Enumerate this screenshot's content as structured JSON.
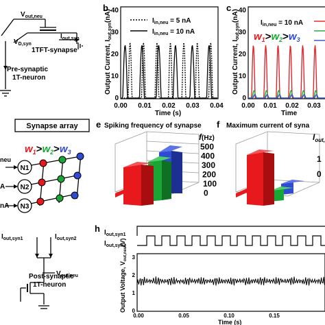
{
  "panel_a": {
    "v_out_neu": "V",
    "v_out_neu_sub": "out,neu",
    "v_d_syn": "V",
    "v_d_syn_sub": "D,syn",
    "i_out_syn": "I",
    "i_out_syn_sub": "out,syn",
    "tft_label": "1TFT-synapse",
    "pre_label_1": "Pre-synaptic",
    "pre_label_2": "1T-neuron"
  },
  "panel_b": {
    "letter": "b",
    "ylabel": "Output Current, I",
    "ylabel_sub": "out,syn",
    "ylabel_unit": "(nA)",
    "xlabel": "Time (s)",
    "yticks": [
      "0",
      "10",
      "20",
      "30",
      "40"
    ],
    "xticks": [
      "0.00",
      "0.01",
      "0.02",
      "0.03",
      "0.04"
    ],
    "legend": [
      {
        "label": "I",
        "sub": "in,neu",
        "value": " = 5 nA"
      },
      {
        "label": "I",
        "sub": "in,neu",
        "value": " = 10 nA"
      }
    ]
  },
  "panel_c": {
    "letter": "c",
    "ylabel": "Output Current, I",
    "ylabel_sub": "out,syn",
    "ylabel_unit": "(nA)",
    "xlabel": "Time",
    "yticks": [
      "0",
      "10",
      "20",
      "30",
      "40"
    ],
    "xticks": [
      "0.00",
      "0.01",
      "0.02",
      "0.03",
      "0.0"
    ],
    "legend_text": "I",
    "legend_sub": "in,neu",
    "legend_val": " = 10 nA",
    "w1": "w",
    "w1_sub": "1",
    "w2": "w",
    "w2_sub": "2",
    "w3": "w",
    "w3_sub": "3",
    "gt": ">",
    "colors": {
      "w1": "#e8191d",
      "w2": "#1aa637",
      "w3": "#2f4bd1"
    }
  },
  "panel_d": {
    "title": "Synapse array",
    "w1": "w",
    "w1_sub": "1",
    "w2": "w",
    "w2_sub": "2",
    "w3": "w",
    "w3_sub": "3",
    "gt": ">",
    "n1": "N1",
    "n2": "N2",
    "n3": "N3",
    "neu_frag": "neu",
    "a_frag": "A",
    "na_frag": "nA"
  },
  "panel_e": {
    "letter": "e",
    "title": "Spiking frequency of synapse",
    "axis_label": "f",
    "axis_unit": "(Hz)",
    "ticks": [
      "500",
      "400",
      "300",
      "200",
      "100",
      "0"
    ]
  },
  "panel_f": {
    "letter": "f",
    "title": "Maximum current of syna",
    "axis_label": "I",
    "axis_sub": "out,syn",
    "ticks": [
      "1",
      "0"
    ]
  },
  "panel_g": {
    "i_syn1": "I",
    "i_syn1_sub": "out,syn1",
    "i_syn2": "I",
    "i_syn2_sub": "out,syn2",
    "v_out_neu": "V",
    "v_out_neu_sub": "out,neu",
    "post_label_1": "Post-synaptic",
    "post_label_2": "1T-neuron"
  },
  "panel_h": {
    "letter": "h",
    "i_syn1": "I",
    "i_syn1_sub": "out,syn1",
    "i_syn2": "I",
    "i_syn2_sub": "out,syn2",
    "ylabel": "Output Voltage, V",
    "ylabel_sub": "out,neu",
    "ylabel_unit": "(V)",
    "yticks": [
      "3",
      "2",
      "1",
      "0"
    ],
    "xticks": [
      "0.00",
      "0.05",
      "0.10",
      "0.15"
    ],
    "xlabel": "Time (s)"
  }
}
